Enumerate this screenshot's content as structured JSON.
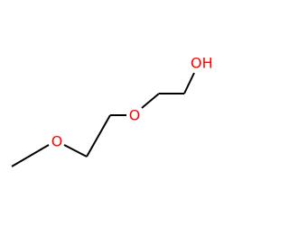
{
  "molecule": {
    "colors": {
      "bond": "#000000",
      "oxygen": "#ff0000"
    },
    "atoms": {
      "ether_oxygen_1": {
        "label": "O"
      },
      "ether_oxygen_2": {
        "label": "O"
      },
      "hydroxyl": {
        "label": "OH"
      }
    }
  }
}
